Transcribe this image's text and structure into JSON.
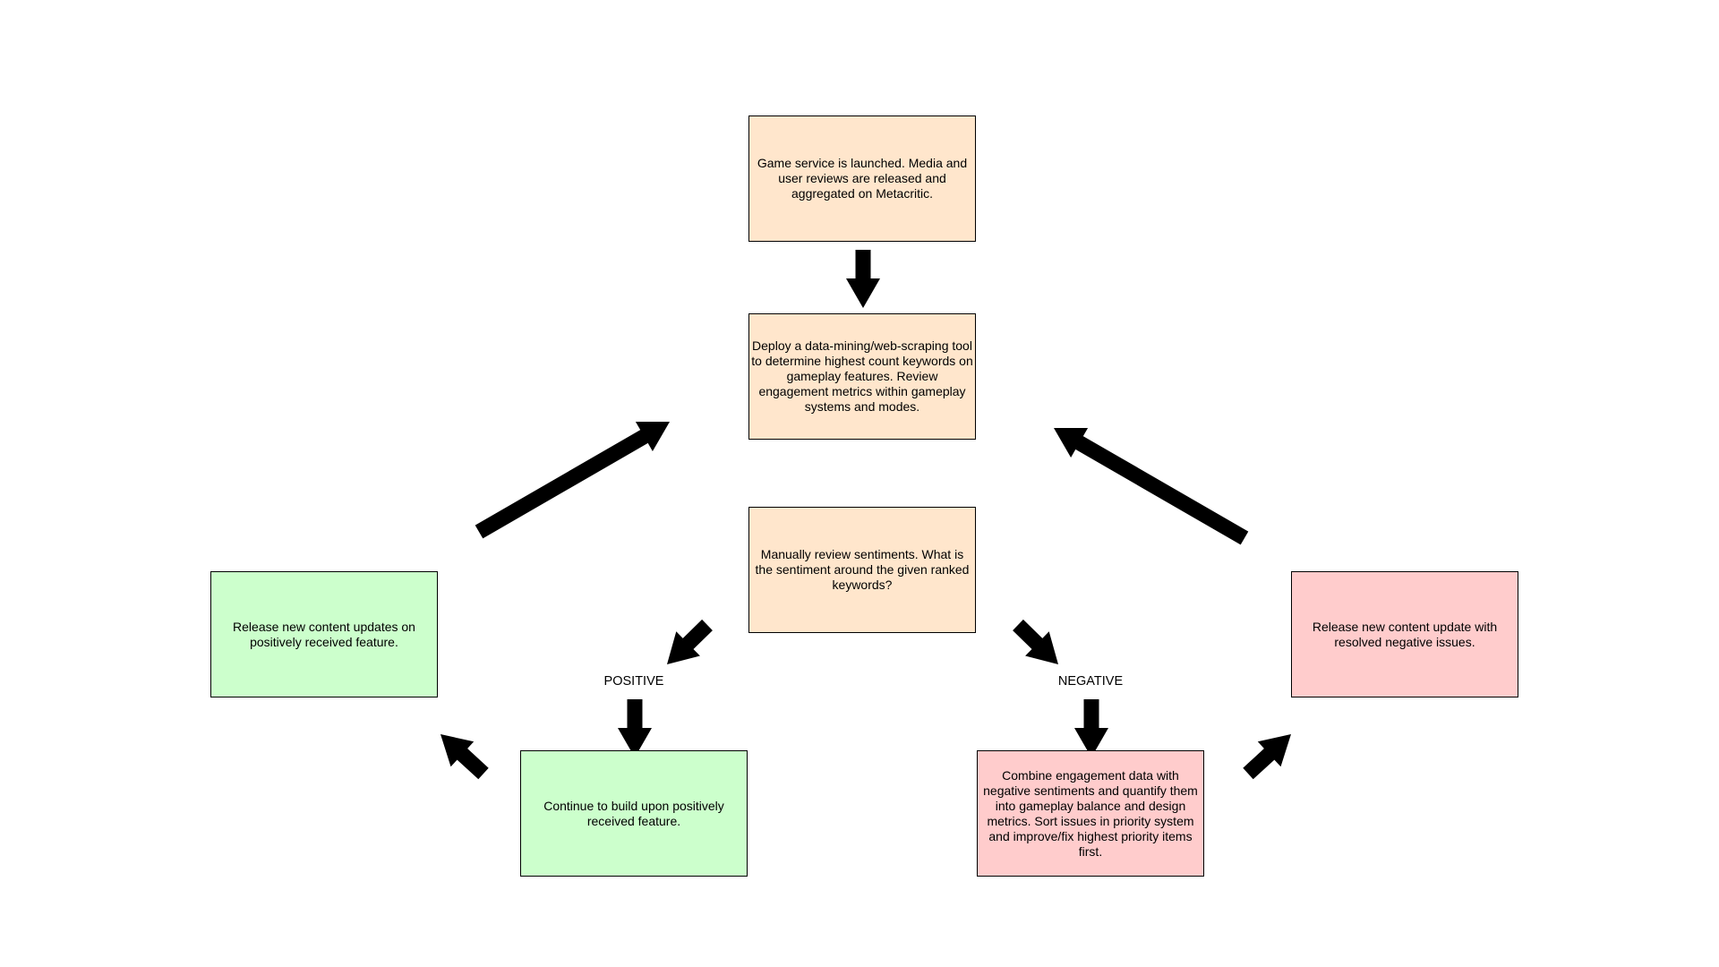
{
  "colors": {
    "neutral_fill": "#ffe6cc",
    "positive_fill": "#ccffcc",
    "negative_fill": "#ffcccc",
    "stroke": "#000000",
    "arrow": "#000000"
  },
  "nodes": {
    "launch": "Game service is launched. Media and user reviews are released and aggregated on Metacritic.",
    "mining": "Deploy a data-mining/web-scraping tool to determine highest count keywords on gameplay features. Review engagement metrics within gameplay systems and modes.",
    "review": "Manually review sentiments. What is the sentiment around the given ranked keywords?",
    "release_positive": "Release new content updates on positively received feature.",
    "build_positive": "Continue to build upon positively received feature.",
    "release_negative": "Release new content update with resolved negative issues.",
    "combine_negative": "Combine engagement data with negative sentiments and quantify them into gameplay balance and design metrics. Sort issues in priority system and improve/fix highest priority items first."
  },
  "labels": {
    "positive": "POSITIVE",
    "negative": "NEGATIVE"
  }
}
